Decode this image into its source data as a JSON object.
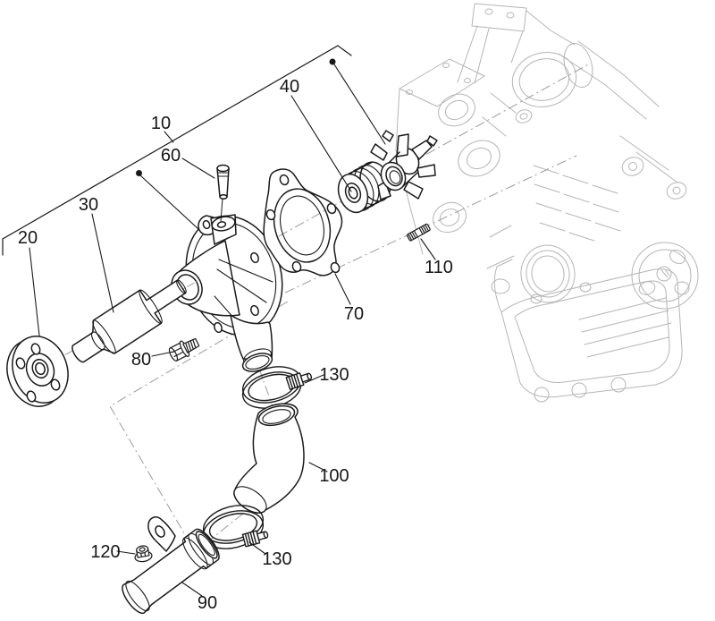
{
  "diagram": {
    "callouts": [
      {
        "id": "callout-10",
        "label": "10"
      },
      {
        "id": "callout-20",
        "label": "20"
      },
      {
        "id": "callout-30",
        "label": "30"
      },
      {
        "id": "callout-40",
        "label": "40"
      },
      {
        "id": "callout-60",
        "label": "60"
      },
      {
        "id": "callout-70",
        "label": "70"
      },
      {
        "id": "callout-80",
        "label": "80"
      },
      {
        "id": "callout-90",
        "label": "90"
      },
      {
        "id": "callout-100",
        "label": "100"
      },
      {
        "id": "callout-110",
        "label": "110"
      },
      {
        "id": "callout-120",
        "label": "120"
      },
      {
        "id": "callout-130-upper",
        "label": "130"
      },
      {
        "id": "callout-130-lower",
        "label": "130"
      }
    ],
    "colors": {
      "background": "#ffffff",
      "part_line": "#1a1a1a",
      "ghost_line": "#b5b5b5",
      "centerline": "#9a9a9a",
      "label_text": "#161616"
    }
  }
}
